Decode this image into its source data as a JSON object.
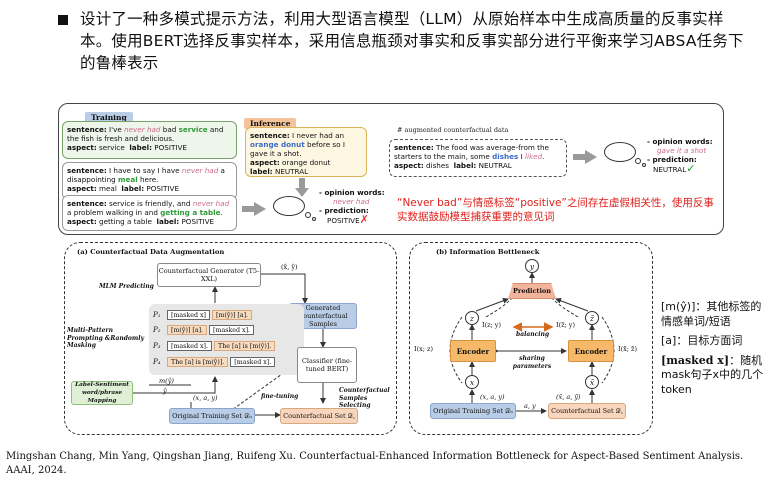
{
  "heading": "设计了一种多模式提示方法，利用大型语言模型（LLM）从原始样本中生成高质量的反事实样本。使用BERT选择反事实样本，采用信息瓶颈对事实和反事实部分进行平衡来学习ABSA任务下的鲁棒表示",
  "top": {
    "training_tag": "Training",
    "inference_tag": "Inference",
    "aug_title": "# augmented counterfactual data",
    "s1": {
      "k": "sentence:",
      "a": " I've ",
      "b": "never had",
      "c": " bad ",
      "d": "service",
      "e": " and the fish is fresh and delicious.",
      "asp_k": "aspect:",
      "asp": " service",
      "lab_k": "label:",
      "lab": " POSITIVE"
    },
    "s2": {
      "k": "sentence:",
      "a": " I have to say I have ",
      "b": "never had",
      "c": " a disappointing ",
      "d": "meal",
      "e": " here.",
      "asp_k": "aspect:",
      "asp": " meal",
      "lab_k": "label:",
      "lab": " POSITIVE"
    },
    "s3": {
      "k": "sentence:",
      "a": " service is friendly, and ",
      "b": "never had",
      "c": " a problem walking in and ",
      "d": "getting a table",
      "e": ".",
      "asp_k": "aspect:",
      "asp": " getting a table",
      "lab_k": "label:",
      "lab": " POSITIVE"
    },
    "s4": {
      "k": "sentence:",
      "a": " I never had an ",
      "b": "orange donut",
      "c": " before so I gave it a shot.",
      "asp_k": "aspect:",
      "asp": " orange donut",
      "lab_k": "label:",
      "lab": " NEUTRAL"
    },
    "s5": {
      "k": "sentence:",
      "a": " The food was average-from the starters to the main, some ",
      "b": "dishes",
      "c": " I ",
      "d": "liked",
      "e": ".",
      "asp_k": "aspect:",
      "asp": " dishes",
      "lab_k": "label:",
      "lab": " NEUTRAL"
    },
    "op1": {
      "ow": "- opinion words:",
      "owv": "never had",
      "pr": "- prediction:",
      "prv": "POSITIVE"
    },
    "op2": {
      "ow": "- opinion words:",
      "owv": "gave it a shot",
      "pr": "- prediction:",
      "prv": "NEUTRAL"
    },
    "red_note": "“Never bad”与情感标签“positive”之间存在虚假相关性，使用反事实数据鼓励模型捕获重要的意见词"
  },
  "panel_a": {
    "title": "(a) Counterfactual Data Augmentation",
    "generator": "Counterfactual Generator (T5-XXL)",
    "mlm": "MLM Predicting",
    "xy_hat": "(x̂, ŷ)",
    "generated": "Generated Counterfactual Samples",
    "multi": "Multi-Pattern Prompting &Randomly Masking",
    "rows": [
      {
        "p": "P₁",
        "c1": "[masked x]",
        "c2": "[m(ŷ)] [a]."
      },
      {
        "p": "P₂",
        "c1": "[m(ŷ)] [a].",
        "c2": "[masked x]."
      },
      {
        "p": "P₃",
        "c1": "[masked x].",
        "c2": "The [a] is [m(ŷ)]."
      },
      {
        "p": "P₄",
        "c1": "The [a] is [m(ŷ)].",
        "c2": "[masked x]."
      }
    ],
    "classifier": "Classifier (fine-tuned BERT)",
    "label_map": "Label-Sentiment word/phrase Mapping",
    "m_yhat": "m(ŷ)",
    "y_hat": "ŷ",
    "xay": "(x, a, y)",
    "fine_tuning": "fine-tuning",
    "cs_select": "Counterfactual Samples Selecting",
    "orig": "Original Training Set 𝒟ₒ",
    "cfset": "Counterfactual Set 𝒟꜀"
  },
  "panel_b": {
    "title": "(b) Information Bottleneck",
    "y": "y",
    "prediction": "Prediction",
    "z1": "z",
    "z2": "z̃",
    "izy": "I(z; y)",
    "izty": "I(z̃; y)",
    "balancing": "balancing",
    "ixz": "I(x; z)",
    "ixtz": "I(x̃; z̃)",
    "encoder1": "Encoder",
    "encoder2": "Encoder",
    "sharing": "sharing parameters",
    "x1": "x",
    "x2": "x̃",
    "xay": "(x, a, y)",
    "xtay": "(x̃, a, ỹ)",
    "ay": "a, y",
    "orig": "Original Training Set 𝒟ₒ",
    "cfset": "Counterfactual Set 𝒟꜀"
  },
  "notes": {
    "n1": "[m(ŷ)]：其他标签的情感单词/短语",
    "n2": "[a]：目标方面词",
    "n3a": "[masked x]",
    "n3b": "：随机mask句子x中的几个token"
  },
  "citation": "Mingshan Chang, Min Yang, Qingshan Jiang, Ruifeng Xu. Counterfactual-Enhanced Information Bottleneck for Aspect-Based Sentiment Analysis. AAAI, 2024."
}
